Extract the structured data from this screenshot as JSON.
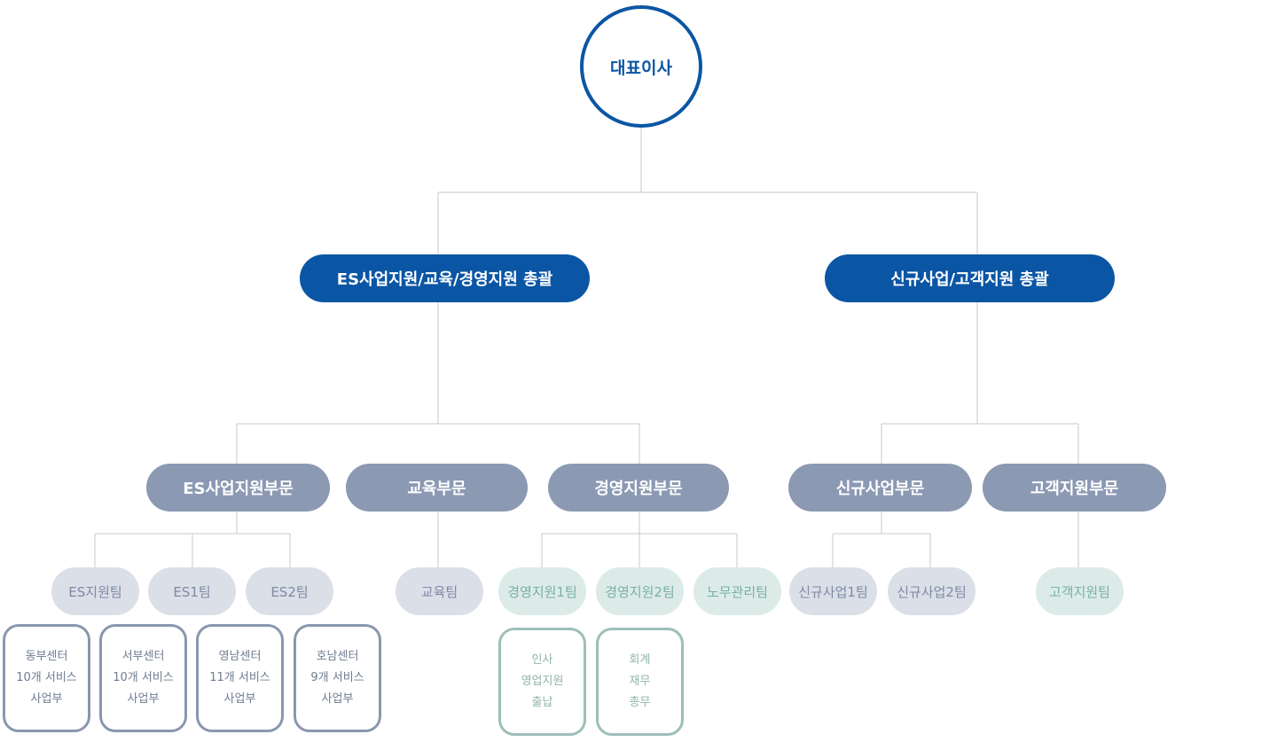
{
  "ceo": {
    "label": "대표이사"
  },
  "divisions": [
    {
      "label": "ES사업지원/교육/경영지원 총괄"
    },
    {
      "label": "신규사업/고객지원 총괄"
    }
  ],
  "departments": [
    {
      "label": "ES사업지원부문"
    },
    {
      "label": "교육부문"
    },
    {
      "label": "경영지원부문"
    },
    {
      "label": "신규사업부문"
    },
    {
      "label": "고객지원부문"
    }
  ],
  "teams": [
    {
      "label": "ES지원팀"
    },
    {
      "label": "ES1팀"
    },
    {
      "label": "ES2팀"
    },
    {
      "label": "교육팀"
    },
    {
      "label": "경영지원1팀"
    },
    {
      "label": "경영지원2팀"
    },
    {
      "label": "노무관리팀"
    },
    {
      "label": "신규사업1팀"
    },
    {
      "label": "신규사업2팀"
    },
    {
      "label": "고객지원팀"
    }
  ],
  "details": [
    {
      "lines": [
        "동부센터",
        "10개 서비스",
        "사업부"
      ]
    },
    {
      "lines": [
        "서부센터",
        "10개 서비스",
        "사업부"
      ]
    },
    {
      "lines": [
        "영남센터",
        "11개 서비스",
        "사업부"
      ]
    },
    {
      "lines": [
        "호남센터",
        "9개 서비스",
        "사업부"
      ]
    },
    {
      "lines": [
        "인사",
        "영업지원",
        "출납"
      ]
    },
    {
      "lines": [
        "회계",
        "재무",
        "총무"
      ]
    }
  ],
  "colors": {
    "primary": "#0b56a4",
    "department": "#8b99b3",
    "team_gray_bg": "#dadfe8",
    "team_gray_text": "#7d8ba4",
    "team_green_bg": "#dcebe8",
    "team_green_text": "#78b0a4",
    "connector": "#c8c8c8"
  }
}
